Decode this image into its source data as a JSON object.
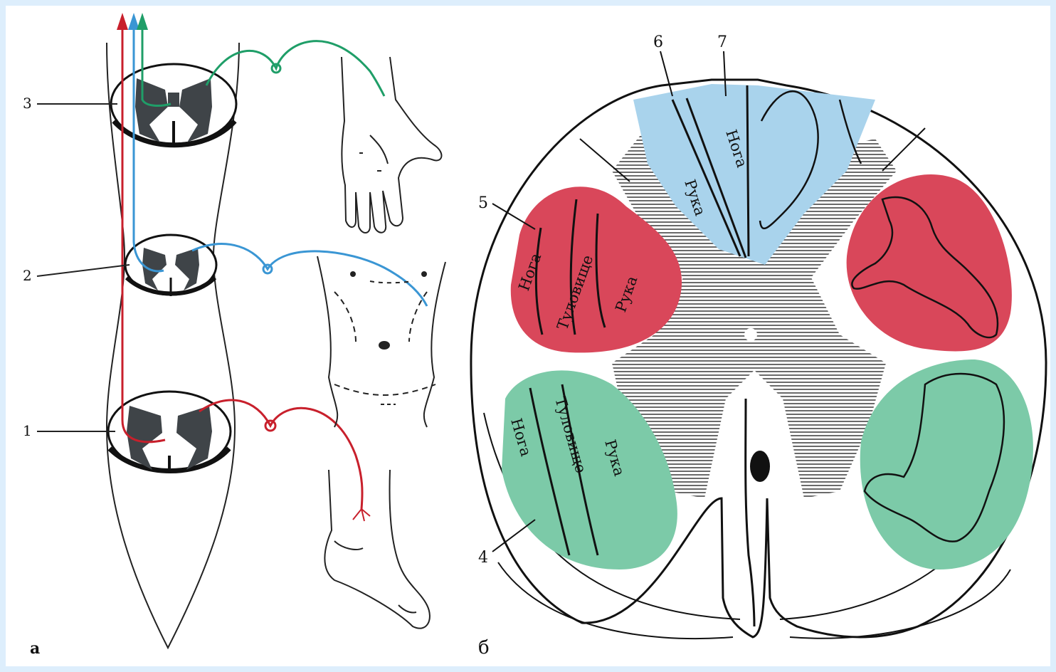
{
  "panel_a": {
    "panel_letter": "а",
    "levels": [
      {
        "number": "3"
      },
      {
        "number": "2"
      },
      {
        "number": "1"
      }
    ]
  },
  "panel_b": {
    "panel_letter": "б",
    "callouts": [
      "4",
      "5",
      "6",
      "7"
    ],
    "lateral_tract": {
      "words": [
        "Нога",
        "Туловище",
        "Рука"
      ]
    },
    "anterior_tract": {
      "words": [
        "Нога",
        "Туловище",
        "Рука"
      ]
    },
    "dorsal_columns": {
      "words": [
        "Рука",
        "Нога"
      ]
    }
  },
  "colors": {
    "red": "#d9475a",
    "blue": "#a9d3ec",
    "green": "#7ccaa8",
    "red_path": "#c8202c",
    "blue_path": "#3a96d4",
    "green_path": "#1f9e68"
  }
}
